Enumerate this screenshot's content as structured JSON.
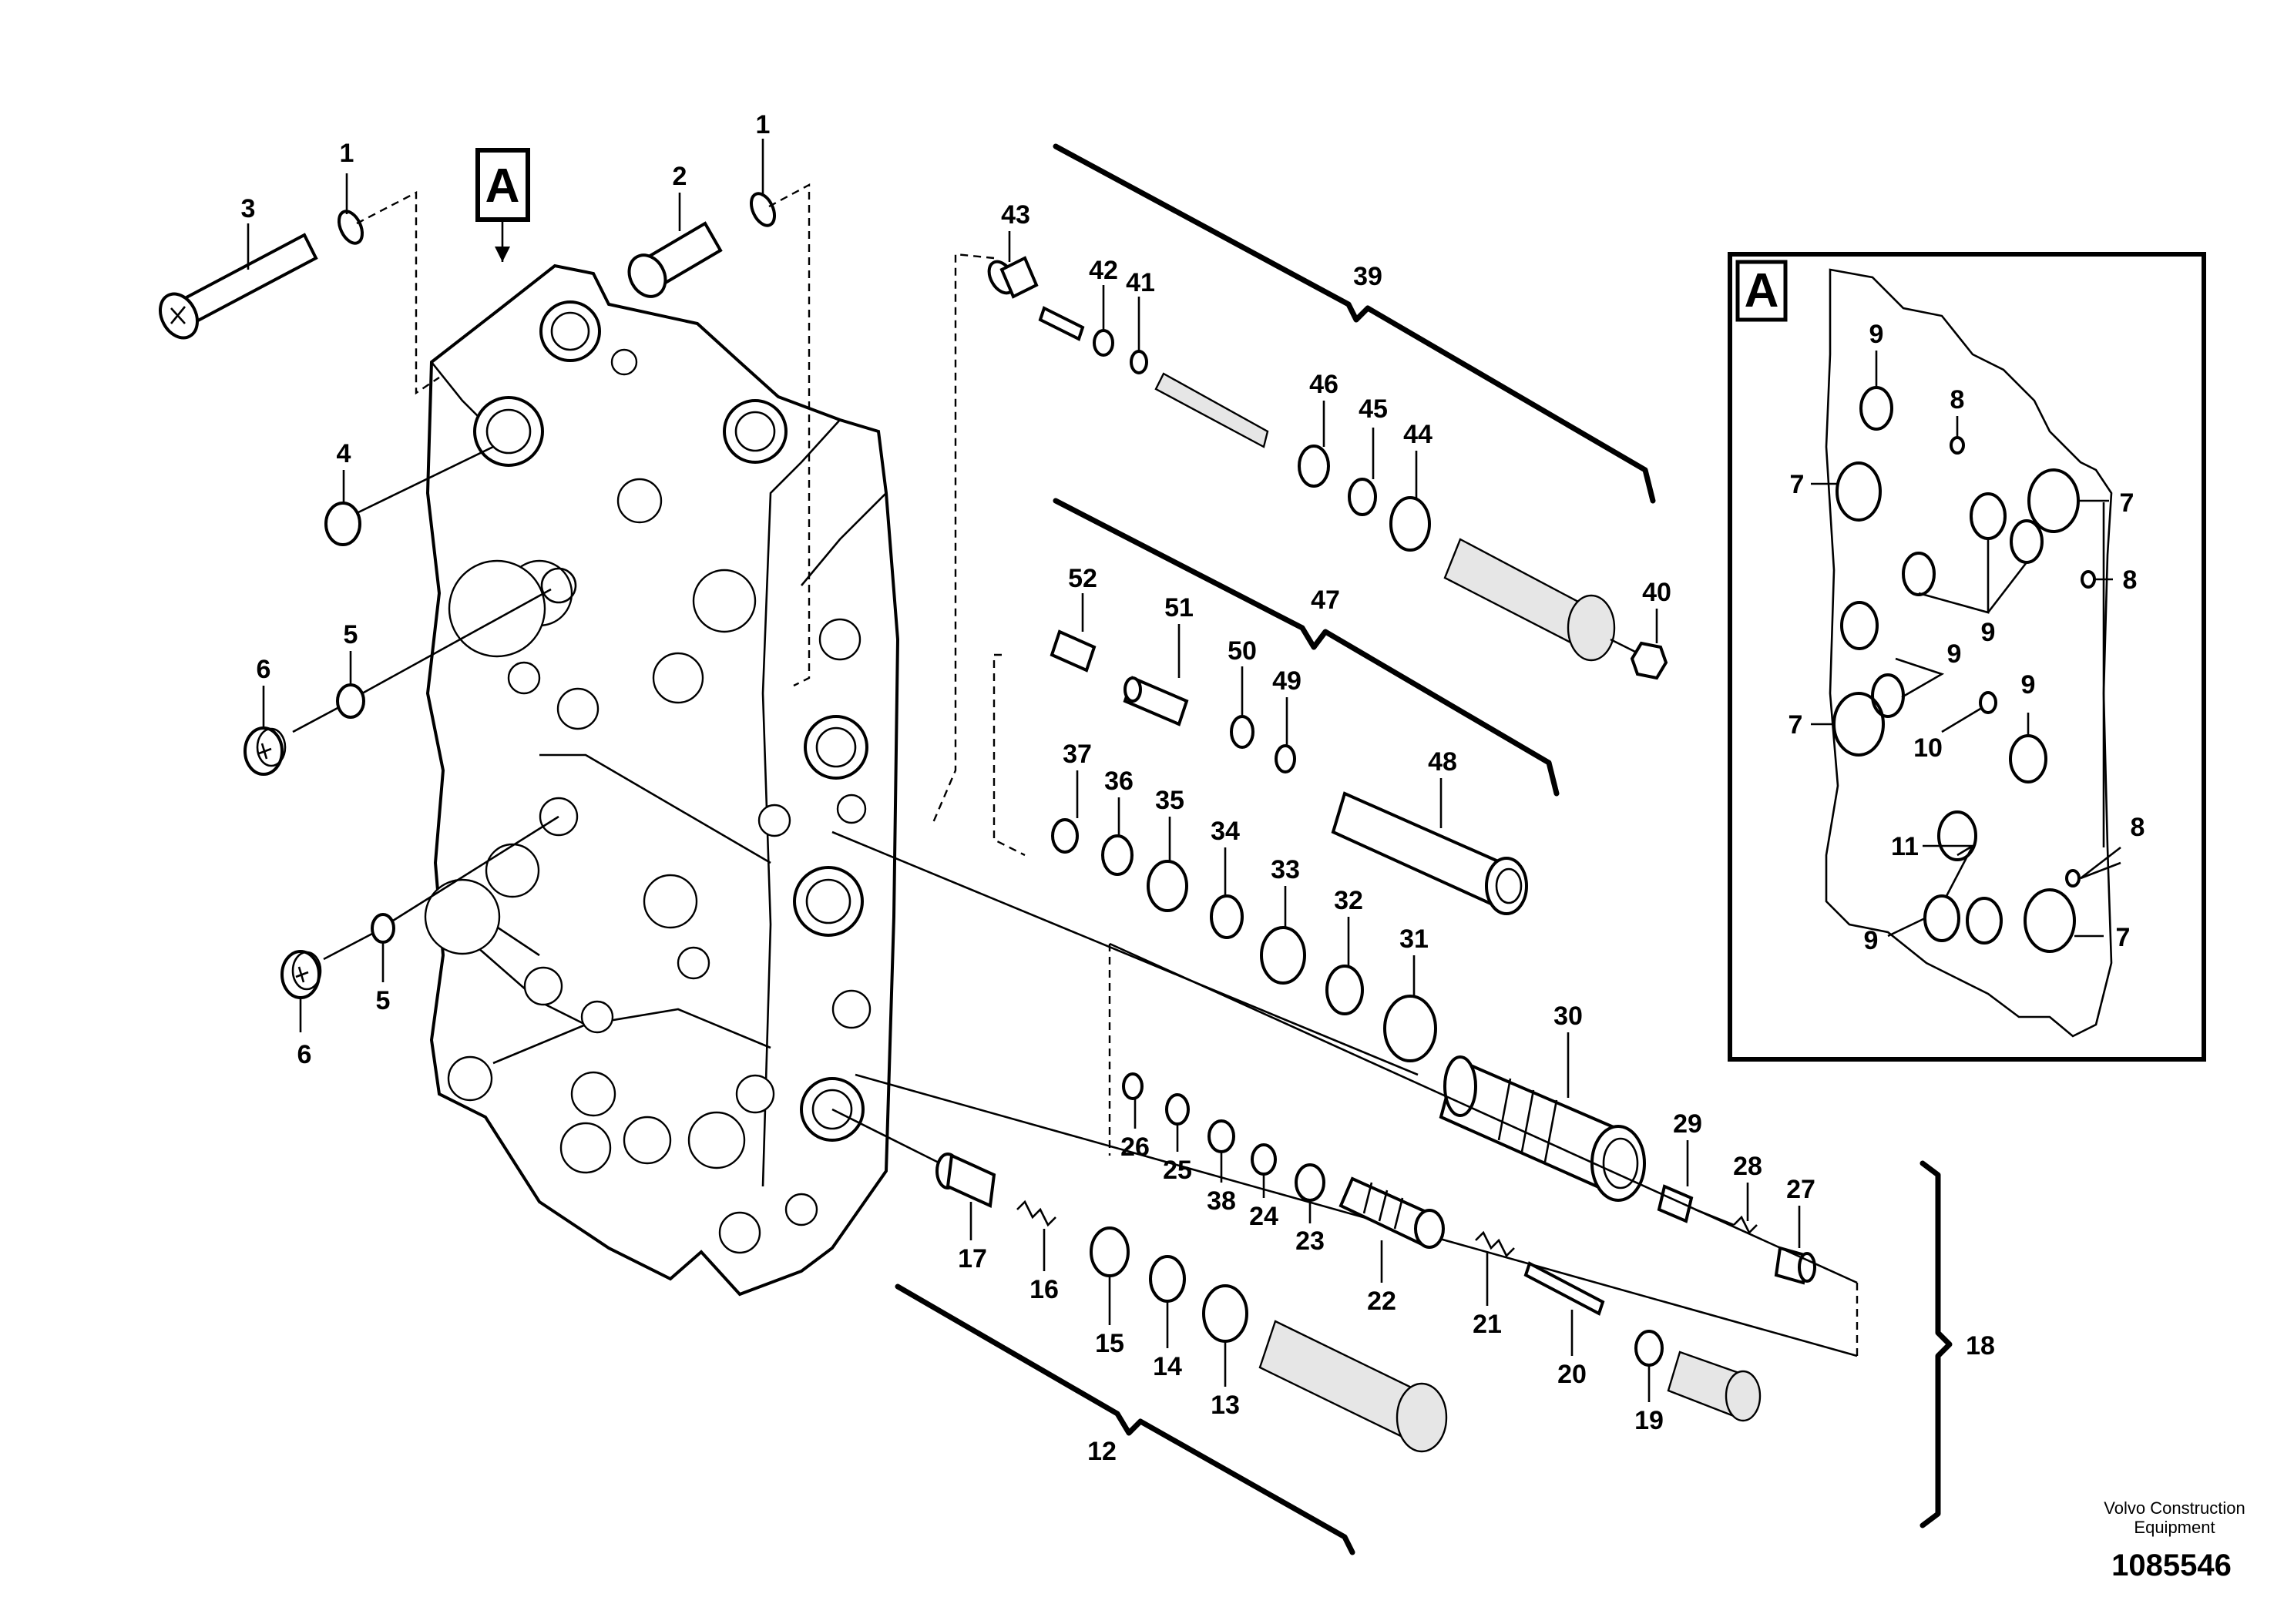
{
  "drawing": {
    "view_label": "A",
    "detail_label": "A",
    "publisher": "Volvo Construction Equipment",
    "publisher_line1": "Volvo Construction",
    "publisher_line2": "Equipment",
    "drawing_number": "1085546"
  },
  "callouts": {
    "c1a": "1",
    "c1b": "1",
    "c2": "2",
    "c3": "3",
    "c4": "4",
    "c5a": "5",
    "c5b": "5",
    "c6a": "6",
    "c6b": "6",
    "c12": "12",
    "c13": "13",
    "c14": "14",
    "c15": "15",
    "c16": "16",
    "c17": "17",
    "c18": "18",
    "c19": "19",
    "c20": "20",
    "c21": "21",
    "c22": "22",
    "c23": "23",
    "c24": "24",
    "c25": "25",
    "c26": "26",
    "c27": "27",
    "c28": "28",
    "c29": "29",
    "c30": "30",
    "c31": "31",
    "c32": "32",
    "c33": "33",
    "c34": "34",
    "c35": "35",
    "c36": "36",
    "c37": "37",
    "c38": "38",
    "c39": "39",
    "c40": "40",
    "c41": "41",
    "c42": "42",
    "c43": "43",
    "c44": "44",
    "c45": "45",
    "c46": "46",
    "c47": "47",
    "c48": "48",
    "c49": "49",
    "c50": "50",
    "c51": "51",
    "c52": "52"
  },
  "detail_callouts": {
    "d9a": "9",
    "d8a": "8",
    "d7a": "7",
    "d7b": "7",
    "d8b": "8",
    "d9b": "9",
    "d9c": "9",
    "d7c": "7",
    "d9d": "9",
    "d10": "10",
    "d11": "11",
    "d8c": "8",
    "d9e": "9",
    "d7d": "7"
  }
}
